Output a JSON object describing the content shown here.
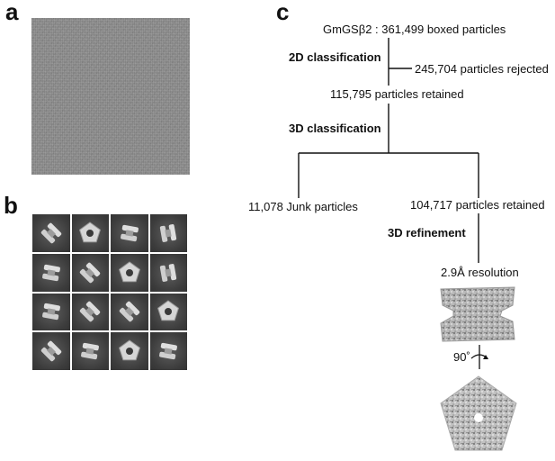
{
  "panels": {
    "a": "a",
    "b": "b",
    "c": "c"
  },
  "flow": {
    "boxed": "GmGSβ2 : 361,499 boxed particles",
    "step1": "2D classification",
    "rejected": "245,704 particles rejected",
    "retained1": "115,795 particles retained",
    "step2": "3D classification",
    "junk": "11,078 Junk particles",
    "retained2": "104,717 particles retained",
    "step3": "3D refinement",
    "resolution": "2.9Å resolution",
    "rotation": "90˚"
  },
  "class_averages": {
    "rows": [
      [
        "side",
        "top",
        "side-h",
        "side-v"
      ],
      [
        "side-h",
        "side",
        "top",
        "side-v"
      ],
      [
        "side-h",
        "side",
        "side",
        "top"
      ],
      [
        "side",
        "side-h",
        "top",
        "side-h"
      ]
    ]
  }
}
